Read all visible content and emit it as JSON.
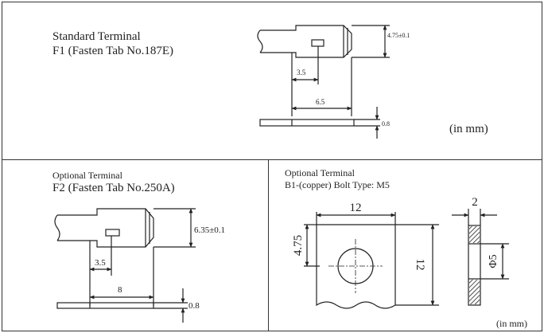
{
  "panels": {
    "standard": {
      "heading": "Standard Terminal",
      "model": "F1 (Fasten Tab No.187E)",
      "dims": {
        "width": "4.75±0.1",
        "hole_offset": "3.5",
        "length": "6.5",
        "thickness": "0.8"
      },
      "unit_note": "(in mm)"
    },
    "optional_f2": {
      "heading": "Optional Terminal",
      "model": "F2 (Fasten Tab No.250A)",
      "dims": {
        "width": "6.35±0.1",
        "hole_offset": "3.5",
        "length": "8",
        "thickness": "0.8"
      }
    },
    "optional_b1": {
      "heading": "Optional Terminal",
      "model": "B1-(copper) Bolt Type: M5",
      "dims": {
        "width": "12",
        "hole_offset": "4.75",
        "height": "12",
        "thickness": "2",
        "hole_diameter": "Φ5"
      },
      "unit_note": "(in mm)"
    }
  }
}
